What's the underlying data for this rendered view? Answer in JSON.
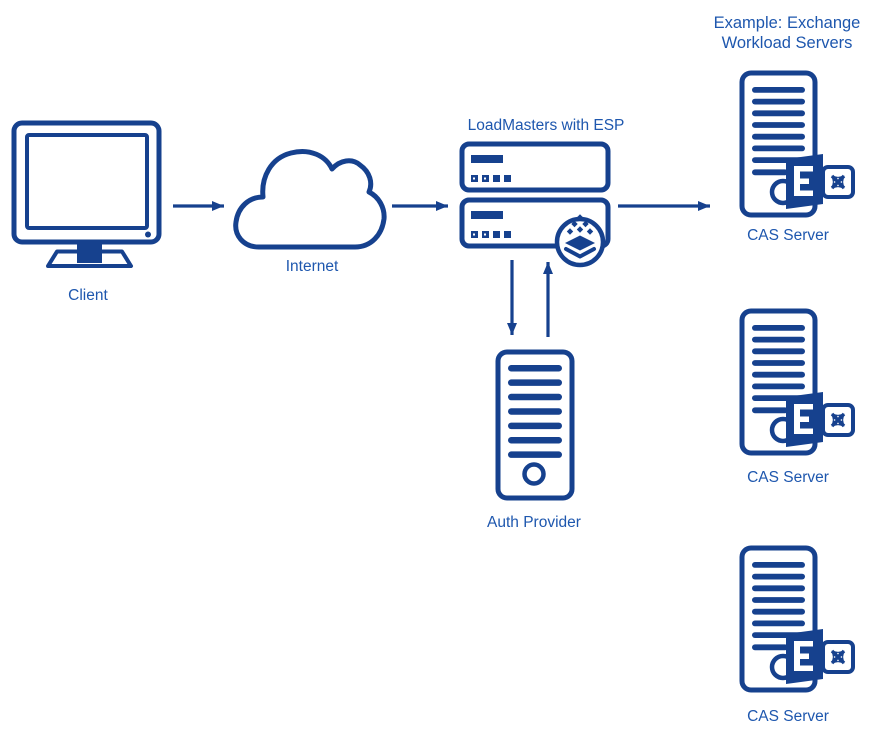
{
  "title": {
    "line1": "Example: Exchange",
    "line2": "Workload Servers"
  },
  "nodes": {
    "client": {
      "label": "Client"
    },
    "internet": {
      "label": "Internet"
    },
    "loadmasters": {
      "label": "LoadMasters with ESP",
      "units": 2
    },
    "auth_provider": {
      "label": "Auth Provider"
    },
    "cas_servers": [
      {
        "label": "CAS Server"
      },
      {
        "label": "CAS Server"
      },
      {
        "label": "CAS Server"
      }
    ]
  },
  "edges": [
    {
      "from": "Client",
      "to": "Internet",
      "direction": "right"
    },
    {
      "from": "Internet",
      "to": "LoadMasters with ESP",
      "direction": "right"
    },
    {
      "from": "LoadMasters with ESP",
      "to": "CAS Server",
      "direction": "right"
    },
    {
      "from": "LoadMasters with ESP",
      "to": "Auth Provider",
      "direction": "down"
    },
    {
      "from": "Auth Provider",
      "to": "LoadMasters with ESP",
      "direction": "up"
    }
  ],
  "icons": {
    "client": "monitor-icon",
    "internet": "cloud-icon",
    "loadmasters": "rack-unit-icon",
    "esp_badge": "esp-layers-badge-icon",
    "auth_provider": "server-tower-icon",
    "cas_server": "server-tower-exchange-icon",
    "exchange": "exchange-logo-icon"
  },
  "colors": {
    "shape_navy": "#16418E",
    "text_blue": "#1E57AE",
    "background": "#FFFFFF"
  }
}
